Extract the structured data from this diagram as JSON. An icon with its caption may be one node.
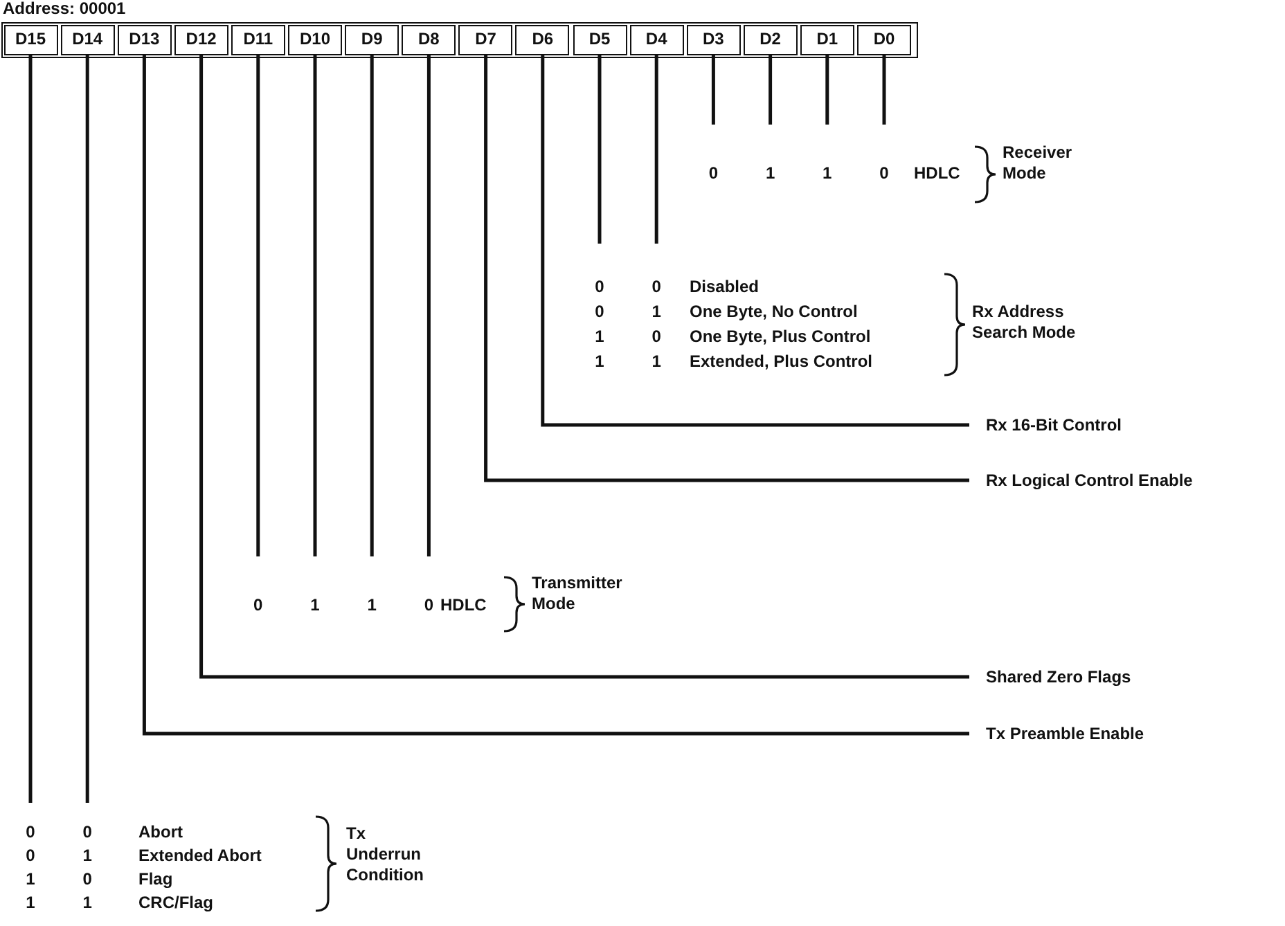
{
  "diagram": {
    "nodes": [
      {
        "text": [
          "D15"
        ]
      },
      {
        "text": [
          "D14"
        ]
      },
      {
        "text": [
          "D13"
        ]
      },
      {
        "text": [
          "D12"
        ]
      },
      {
        "text": [
          "D11"
        ]
      },
      {
        "text": [
          "D10"
        ]
      },
      {
        "text": [
          "D9"
        ]
      },
      {
        "text": [
          "D8"
        ]
      },
      {
        "text": [
          "D7"
        ]
      },
      {
        "text": [
          "D6"
        ]
      },
      {
        "text": [
          "D5"
        ]
      },
      {
        "text": [
          "D4"
        ]
      },
      {
        "text": [
          "D3"
        ]
      },
      {
        "text": [
          "D2"
        ]
      },
      {
        "text": [
          "D1"
        ]
      },
      {
        "text": [
          "D0"
        ]
      },
      {
        "text": [
          "Rx 16-Bit Control"
        ]
      },
      {
        "text": [
          "Rx Logical Control Enable"
        ]
      },
      {
        "text": [
          "Shared Zero Flags"
        ]
      },
      {
        "text": [
          "Tx Preamble Enable"
        ]
      }
    ],
    "edges": [
      {
        "from": 12,
        "to": null,
        "arrow": "none"
      },
      {
        "from": 13,
        "to": null,
        "arrow": "none"
      },
      {
        "from": 14,
        "to": null,
        "arrow": "none"
      },
      {
        "from": 15,
        "to": null,
        "arrow": "none"
      },
      {
        "from": 10,
        "to": null,
        "arrow": "none"
      },
      {
        "from": 11,
        "to": null,
        "arrow": "none"
      },
      {
        "from": 9,
        "to": 16,
        "arrow": "none"
      },
      {
        "from": 8,
        "to": 17,
        "arrow": "none"
      },
      {
        "from": 4,
        "to": null,
        "arrow": "none"
      },
      {
        "from": 5,
        "to": null,
        "arrow": "none"
      },
      {
        "from": 6,
        "to": null,
        "arrow": "none"
      },
      {
        "from": 7,
        "to": null,
        "arrow": "none"
      },
      {
        "from": 3,
        "to": 18,
        "arrow": "none"
      },
      {
        "from": 2,
        "to": 19,
        "arrow": "none"
      },
      {
        "from": 0,
        "to": null,
        "arrow": "none"
      },
      {
        "from": 1,
        "to": null,
        "arrow": "none"
      }
    ],
    "labels": [
      "Address: 00001",
      "0",
      "1",
      "1",
      "0",
      "HDLC",
      "Receiver Mode",
      "0",
      "0",
      "Disabled",
      "0",
      "1",
      "One Byte, No Control",
      "1",
      "0",
      "One Byte, Plus Control",
      "1",
      "1",
      "Extended, Plus Control",
      "Rx Address Search Mode",
      "0",
      "1",
      "1",
      "0",
      "HDLC",
      "Transmitter Mode",
      "0",
      "0",
      "Abort",
      "0",
      "1",
      "Extended Abort",
      "1",
      "0",
      "Flag",
      "1",
      "1",
      "CRC/Flag",
      "Tx Underrun Condition"
    ]
  }
}
